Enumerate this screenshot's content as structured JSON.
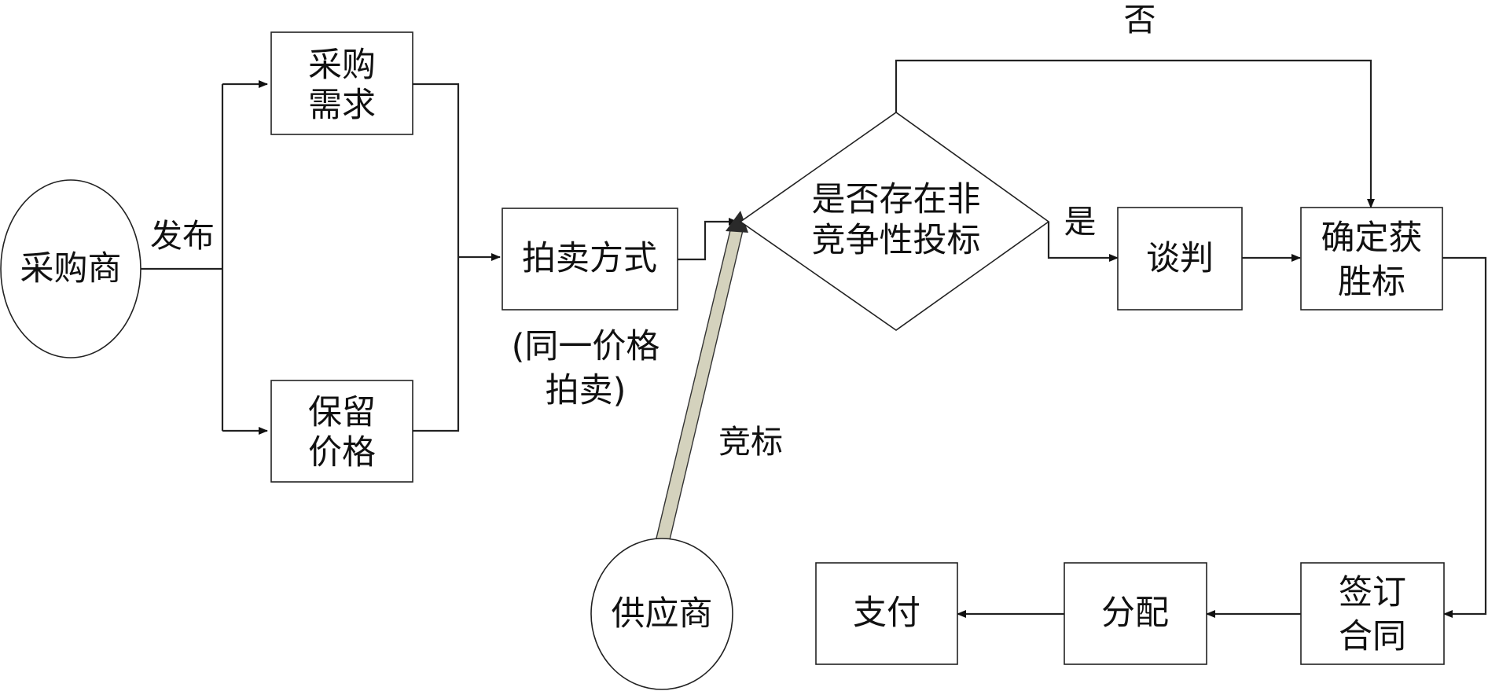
{
  "nodes": {
    "buyer": "采购商",
    "requirement_line1": "采购",
    "requirement_line2": "需求",
    "reserve_line1": "保留",
    "reserve_line2": "价格",
    "auction_mode": "拍卖方式",
    "auction_note_line1": "(同一价格",
    "auction_note_line2": "拍卖)",
    "decision_line1": "是否存在非",
    "decision_line2": "竞争性投标",
    "negotiation": "谈判",
    "winning_line1": "确定获",
    "winning_line2": "胜标",
    "contract_line1": "签订",
    "contract_line2": "合同",
    "allocation": "分配",
    "payment": "支付",
    "supplier": "供应商"
  },
  "edges": {
    "publish": "发布",
    "yes": "是",
    "no": "否",
    "bid": "竞标"
  }
}
